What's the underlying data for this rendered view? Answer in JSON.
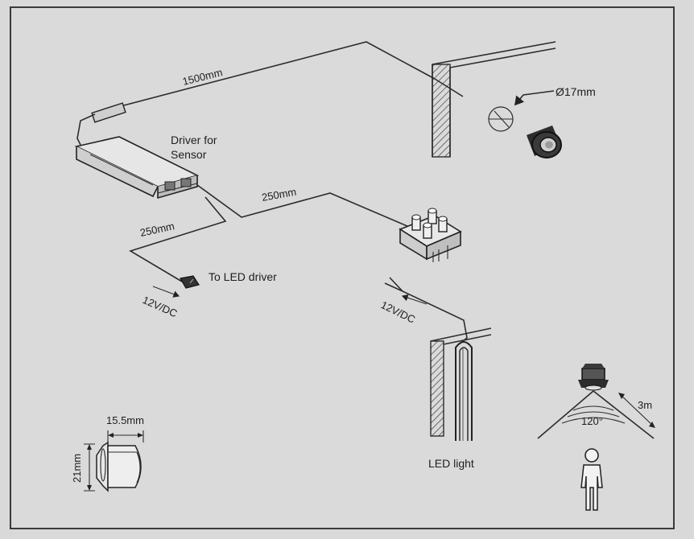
{
  "labels": {
    "cable_top": "1500mm",
    "driver": [
      "Driver for",
      "Sensor"
    ],
    "cable_mid": "250mm",
    "cable_low": "250mm",
    "to_led_driver": "To LED driver",
    "volt_left": "12V/DC",
    "volt_right": "12V/DC",
    "diameter": "Ø17mm",
    "width": "15.5mm",
    "height": "21mm",
    "led_light": "LED light",
    "angle": "120°",
    "distance": "3m"
  },
  "icons": [
    "sensor-head-icon",
    "person-icon",
    "driver-box-icon",
    "terminal-block-icon",
    "led-strip-icon",
    "connector-plug-icon"
  ]
}
